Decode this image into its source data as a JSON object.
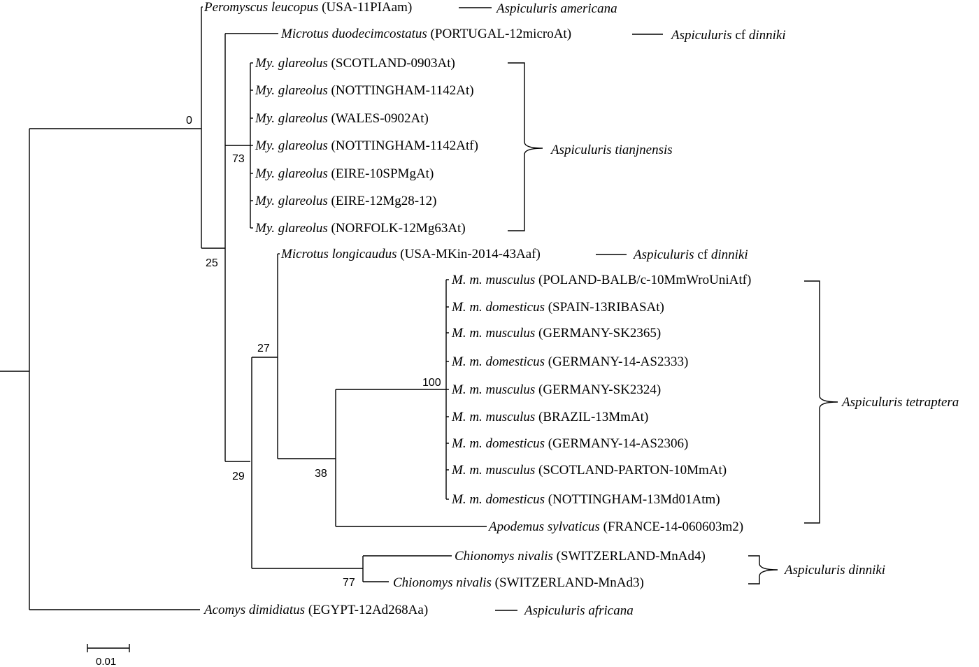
{
  "tree": {
    "taxa": [
      {
        "species": "Peromyscus  leucopus",
        "location": "(USA-11PIAam)"
      },
      {
        "species": "Microtus duodecimcostatus",
        "location": "(PORTUGAL-12microAt)"
      },
      {
        "species": "My. glareolus",
        "location": "(SCOTLAND-0903At)"
      },
      {
        "species": "My. glareolus",
        "location": "(NOTTINGHAM-1142At)"
      },
      {
        "species": "My. glareolus",
        "location": "(WALES-0902At)"
      },
      {
        "species": "My. glareolus",
        "location": "(NOTTINGHAM-1142Atf)"
      },
      {
        "species": "My. glareolus",
        "location": "(EIRE-10SPMgAt)"
      },
      {
        "species": "My. glareolus",
        "location": "(EIRE-12Mg28-12)"
      },
      {
        "species": "My. glareolus",
        "location": "(NORFOLK-12Mg63At)"
      },
      {
        "species": "Microtus longicaudus",
        "location": "(USA-MKin-2014-43Aaf)"
      },
      {
        "species": "M. m. musculus",
        "location": "(POLAND-BALB/c-10MmWroUniAtf)"
      },
      {
        "species": "M. m. domesticus",
        "location": "(SPAIN-13RIBASAt)"
      },
      {
        "species": "M. m. musculus",
        "location": "(GERMANY-SK2365)"
      },
      {
        "species": "M. m. domesticus",
        "location": "(GERMANY-14-AS2333)"
      },
      {
        "species": "M. m. musculus",
        "location": "(GERMANY-SK2324)"
      },
      {
        "species": "M. m. musculus",
        "location": "(BRAZIL-13MmAt)"
      },
      {
        "species": "M. m. domesticus",
        "location": "(GERMANY-14-AS2306)"
      },
      {
        "species": "M. m. musculus",
        "location": "(SCOTLAND-PARTON-10MmAt)"
      },
      {
        "species": "M. m. domesticus",
        "location": "(NOTTINGHAM-13Md01Atm)"
      },
      {
        "species": "Apodemus sylvaticus",
        "location": "(FRANCE-14-060603m2)"
      },
      {
        "species": "Chionomys nivalis",
        "location": "(SWITZERLAND-MnAd4)"
      },
      {
        "species": "Chionomys nivalis",
        "location": "(SWITZERLAND-MnAd3)"
      },
      {
        "species": "Acomys dimidiatus",
        "location": "(EGYPT-12Ad268Aa)"
      }
    ],
    "bootstrap": [
      "0",
      "73",
      "25",
      "27",
      "100",
      "29",
      "38",
      "77"
    ],
    "groups": [
      {
        "genus": "Aspiculuris",
        "epithet": "americana"
      },
      {
        "genus": "Aspiculuris",
        "qualifier": "cf",
        "epithet": "dinniki"
      },
      {
        "genus": "Aspiculuris",
        "epithet": "tianjnensis"
      },
      {
        "genus": "Aspiculuris",
        "qualifier": "cf",
        "epithet": "dinniki"
      },
      {
        "genus": "Aspiculuris",
        "epithet": "tetraptera"
      },
      {
        "genus": "Aspiculuris",
        "epithet": "dinniki"
      },
      {
        "genus": "Aspiculuris",
        "epithet": "africana"
      }
    ],
    "scale_bar": "0.01"
  }
}
